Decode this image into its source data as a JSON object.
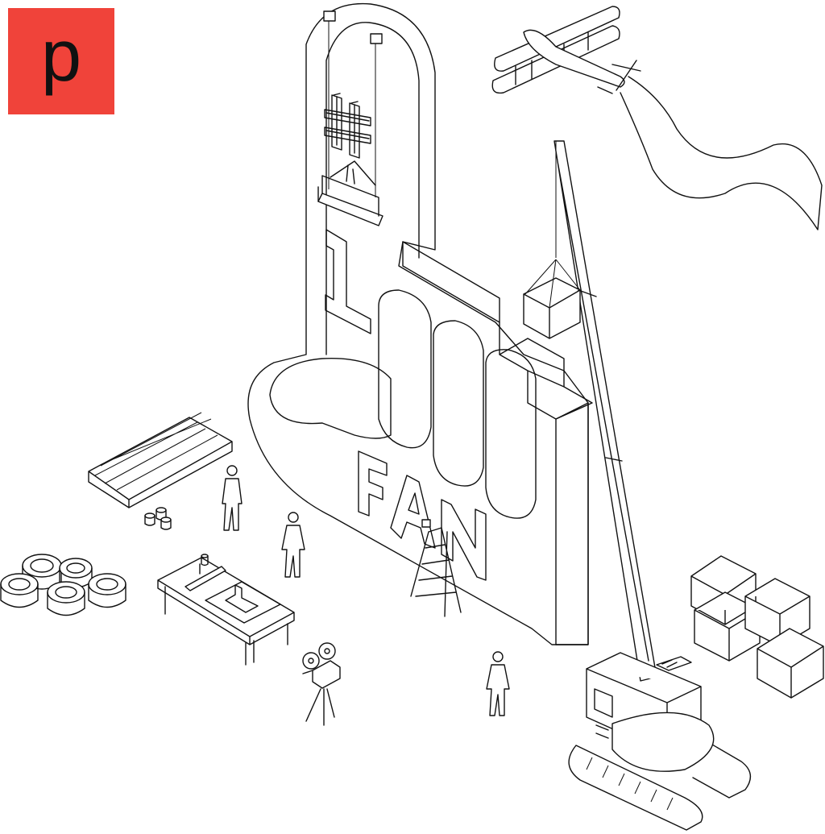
{
  "brand": {
    "logo_letter": "p",
    "accent_color": "#f0433a"
  },
  "sign": {
    "symbol": "#",
    "digit": "1",
    "word": "FAN"
  },
  "icons": {
    "logo": "brand-p-logo-icon",
    "foam_finger": "foam-finger-sign-icon",
    "biplane": "biplane-icon",
    "crane": "crawler-crane-icon",
    "camera": "film-camera-icon"
  }
}
